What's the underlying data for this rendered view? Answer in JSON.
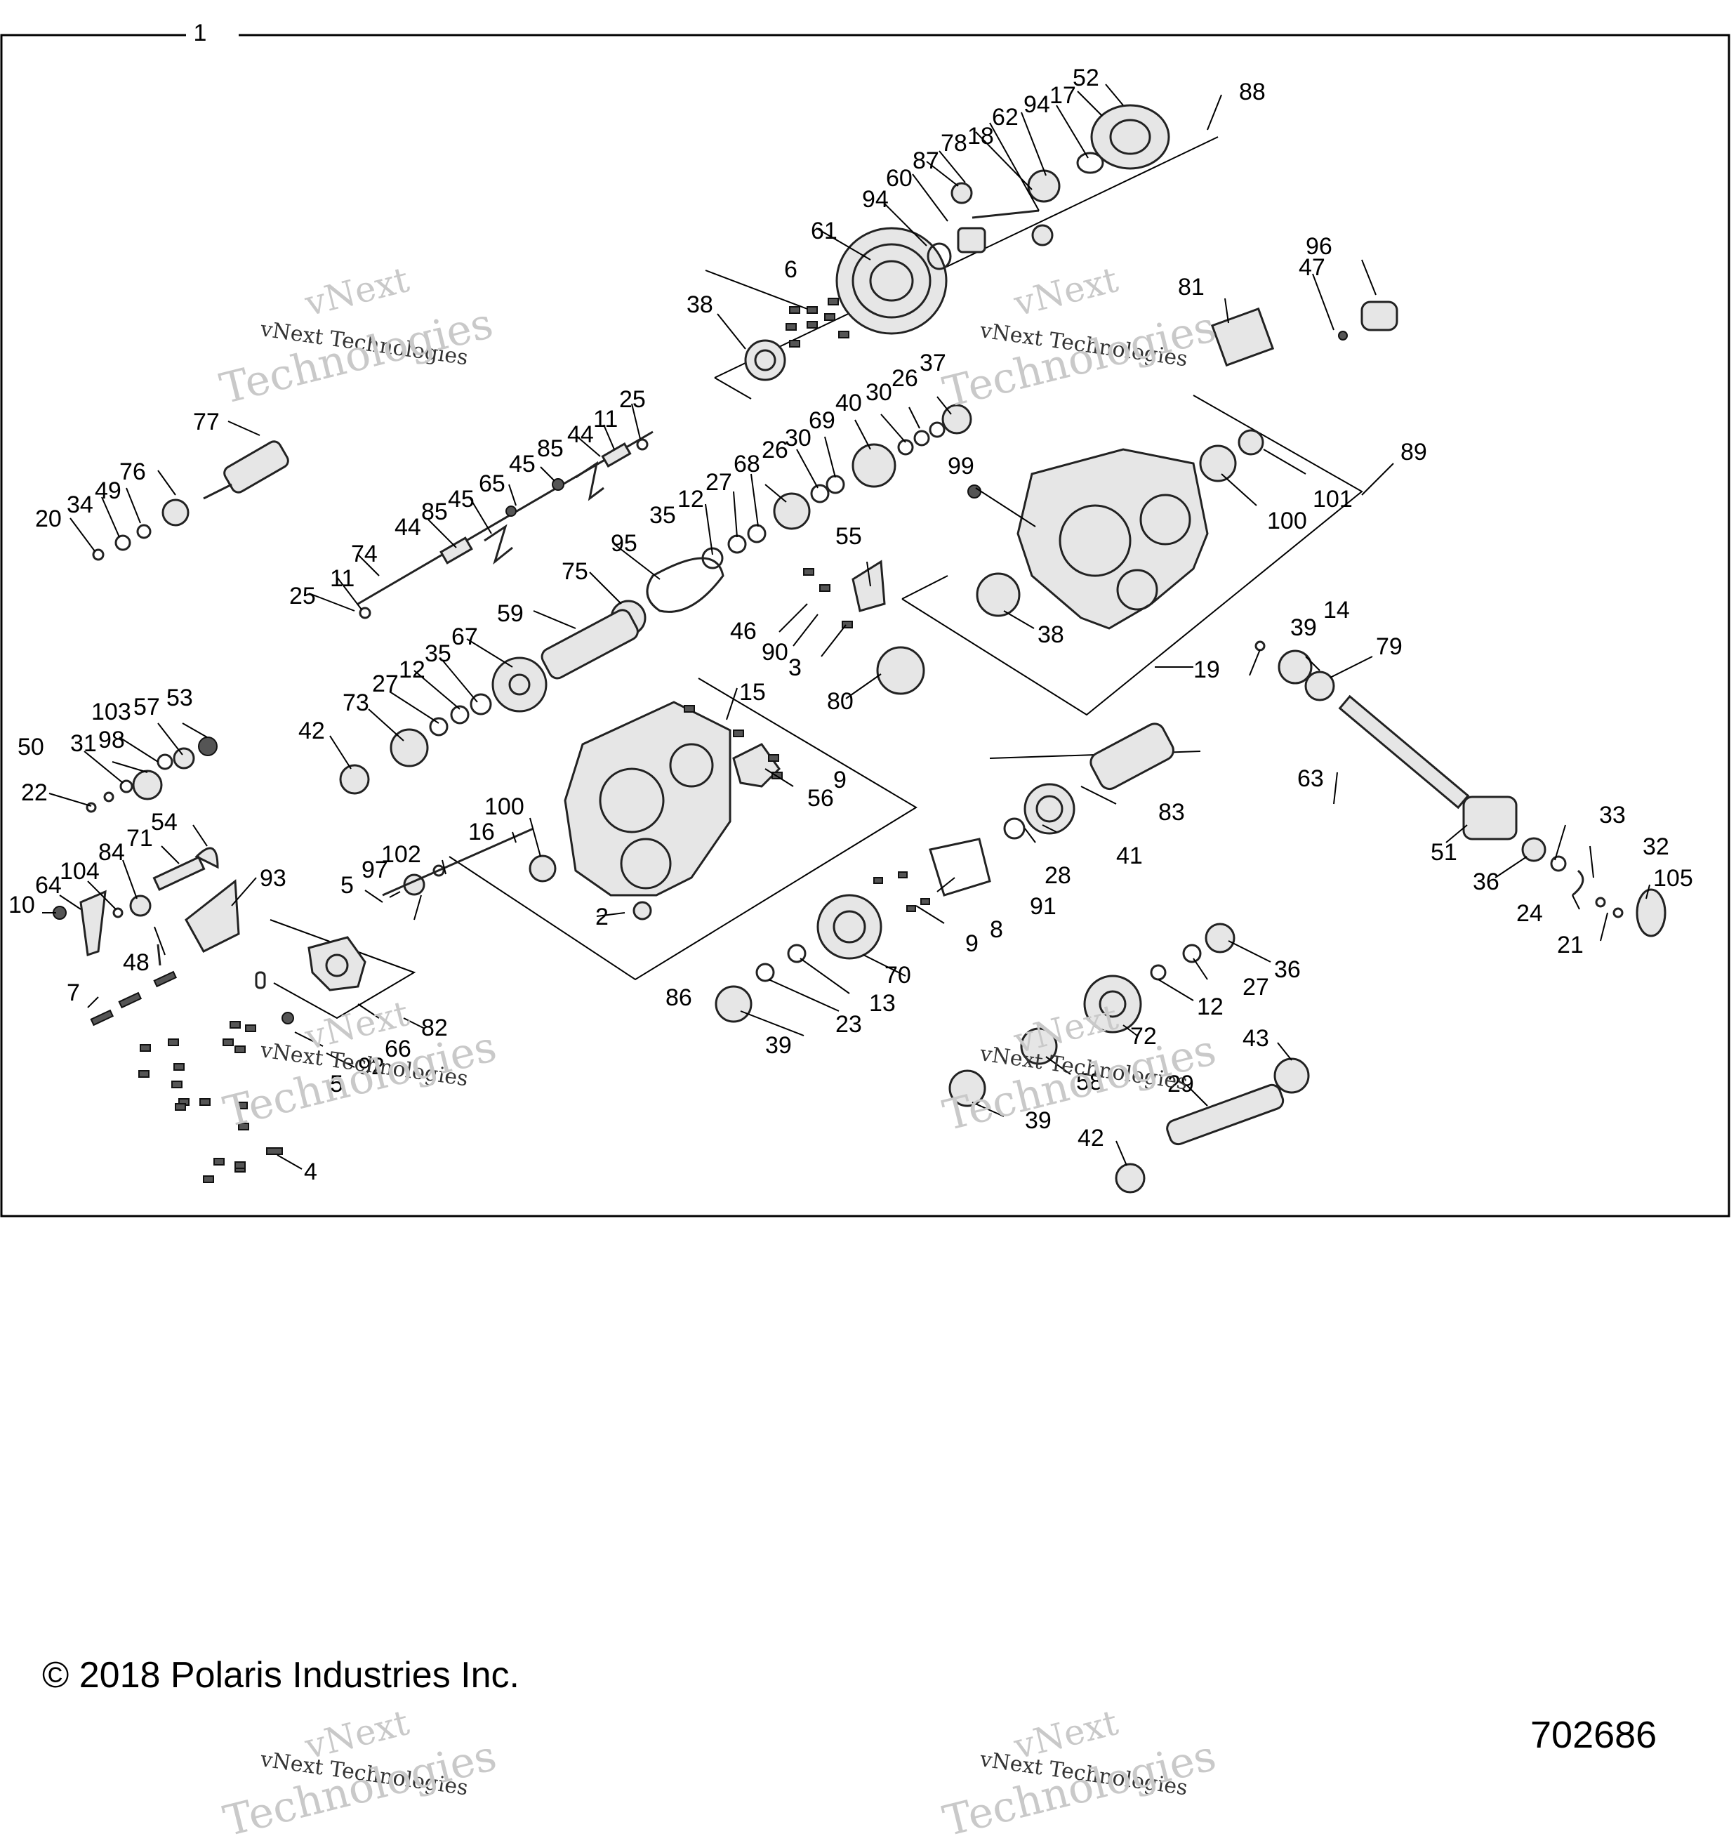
{
  "figure_number": "1",
  "callouts": [
    "1",
    "2",
    "3",
    "4",
    "5",
    "6",
    "7",
    "8",
    "9",
    "10",
    "11",
    "12",
    "13",
    "14",
    "15",
    "16",
    "17",
    "18",
    "19",
    "20",
    "21",
    "22",
    "23",
    "24",
    "25",
    "26",
    "27",
    "28",
    "29",
    "30",
    "31",
    "32",
    "33",
    "34",
    "35",
    "36",
    "37",
    "38",
    "39",
    "40",
    "41",
    "42",
    "43",
    "44",
    "45",
    "46",
    "47",
    "48",
    "49",
    "50",
    "51",
    "52",
    "53",
    "54",
    "55",
    "56",
    "57",
    "58",
    "59",
    "60",
    "61",
    "62",
    "63",
    "64",
    "65",
    "66",
    "67",
    "68",
    "69",
    "70",
    "71",
    "72",
    "73",
    "74",
    "75",
    "76",
    "77",
    "78",
    "79",
    "80",
    "81",
    "82",
    "83",
    "84",
    "85",
    "86",
    "87",
    "88",
    "89",
    "90",
    "91",
    "92",
    "93",
    "94",
    "95",
    "96",
    "97",
    "98",
    "99",
    "100",
    "101",
    "102",
    "103",
    "104",
    "105"
  ],
  "footer": {
    "copyright": "© 2018 Polaris Industries Inc.",
    "drawing_number": "702686"
  },
  "watermark": {
    "line1": "vNext",
    "line2": "vNext Technologies",
    "line3": "Technologies"
  }
}
